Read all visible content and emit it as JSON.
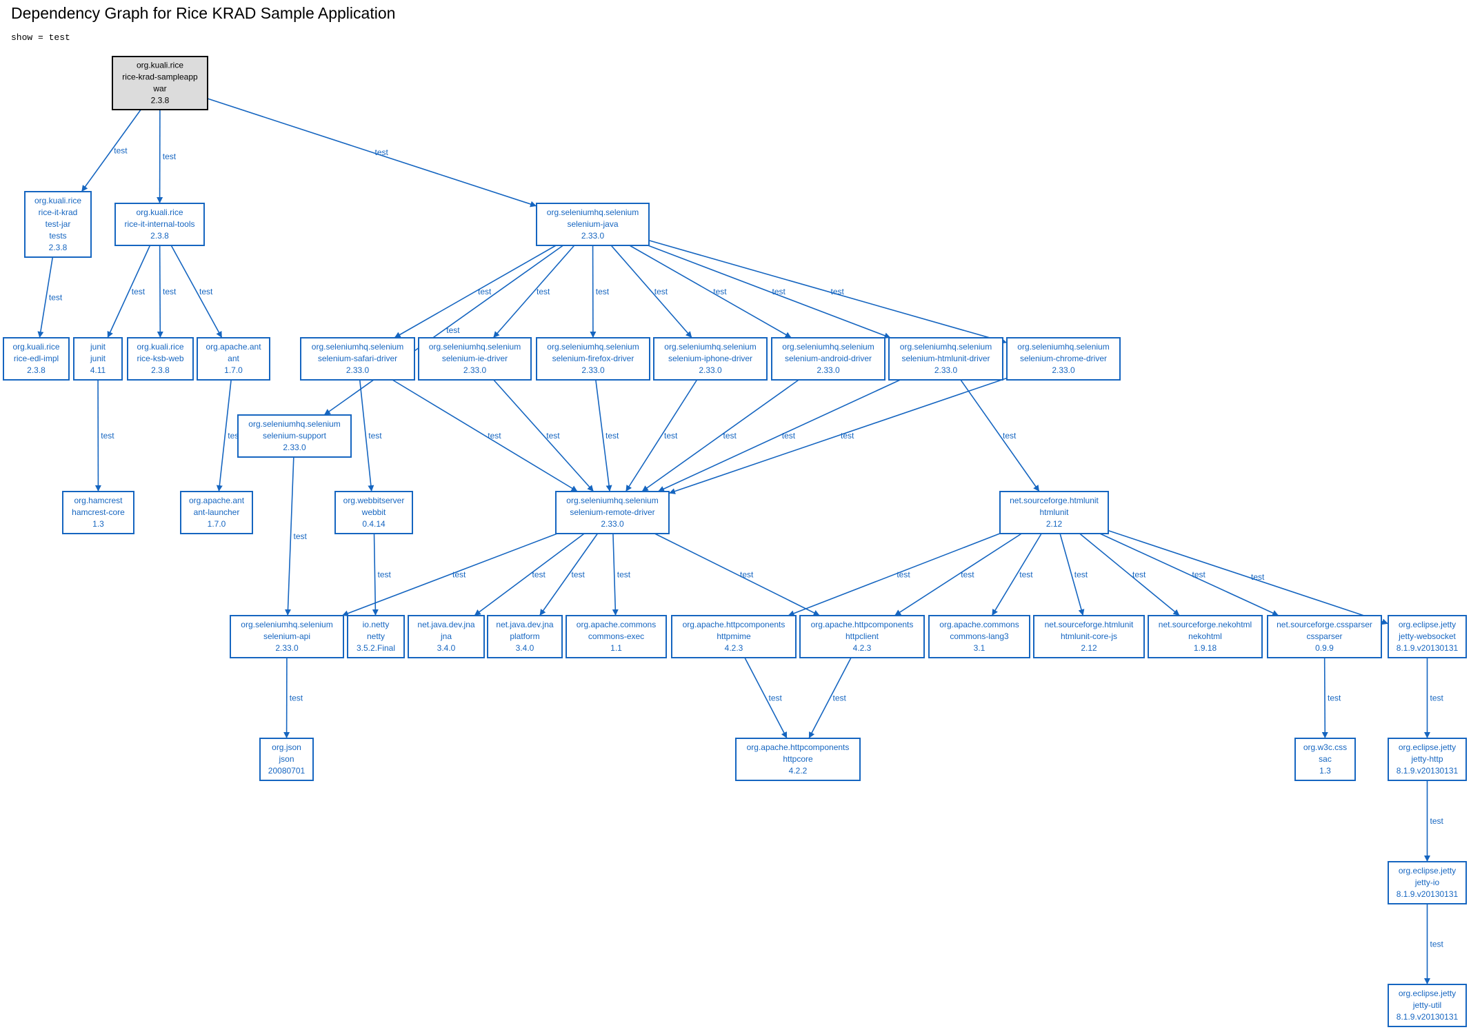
{
  "title": "Dependency Graph for Rice KRAD Sample Application",
  "subtitle": "show = test",
  "colors": {
    "node": "#1565c0",
    "root_fill": "#dcdcdc",
    "root_stroke": "#000000"
  },
  "nodes": [
    {
      "id": "root",
      "root": true,
      "lines": [
        "org.kuali.rice",
        "rice-krad-sampleapp",
        "war",
        "2.3.8"
      ]
    },
    {
      "id": "it_krad",
      "lines": [
        "org.kuali.rice",
        "rice-it-krad",
        "test-jar",
        "tests",
        "2.3.8"
      ]
    },
    {
      "id": "it_tools",
      "lines": [
        "org.kuali.rice",
        "rice-it-internal-tools",
        "2.3.8"
      ]
    },
    {
      "id": "sel_java",
      "lines": [
        "org.seleniumhq.selenium",
        "selenium-java",
        "2.33.0"
      ]
    },
    {
      "id": "edl_impl",
      "lines": [
        "org.kuali.rice",
        "rice-edl-impl",
        "2.3.8"
      ]
    },
    {
      "id": "junit",
      "lines": [
        "junit",
        "junit",
        "4.11"
      ]
    },
    {
      "id": "ksb_web",
      "lines": [
        "org.kuali.rice",
        "rice-ksb-web",
        "2.3.8"
      ]
    },
    {
      "id": "ant",
      "lines": [
        "org.apache.ant",
        "ant",
        "1.7.0"
      ]
    },
    {
      "id": "safari",
      "lines": [
        "org.seleniumhq.selenium",
        "selenium-safari-driver",
        "2.33.0"
      ]
    },
    {
      "id": "ie",
      "lines": [
        "org.seleniumhq.selenium",
        "selenium-ie-driver",
        "2.33.0"
      ]
    },
    {
      "id": "firefox",
      "lines": [
        "org.seleniumhq.selenium",
        "selenium-firefox-driver",
        "2.33.0"
      ]
    },
    {
      "id": "iphone",
      "lines": [
        "org.seleniumhq.selenium",
        "selenium-iphone-driver",
        "2.33.0"
      ]
    },
    {
      "id": "android",
      "lines": [
        "org.seleniumhq.selenium",
        "selenium-android-driver",
        "2.33.0"
      ]
    },
    {
      "id": "htmlunit_drv",
      "lines": [
        "org.seleniumhq.selenium",
        "selenium-htmlunit-driver",
        "2.33.0"
      ]
    },
    {
      "id": "chrome",
      "lines": [
        "org.seleniumhq.selenium",
        "selenium-chrome-driver",
        "2.33.0"
      ]
    },
    {
      "id": "sel_support",
      "lines": [
        "org.seleniumhq.selenium",
        "selenium-support",
        "2.33.0"
      ]
    },
    {
      "id": "hamcrest",
      "lines": [
        "org.hamcrest",
        "hamcrest-core",
        "1.3"
      ]
    },
    {
      "id": "ant_launcher",
      "lines": [
        "org.apache.ant",
        "ant-launcher",
        "1.7.0"
      ]
    },
    {
      "id": "webbit",
      "lines": [
        "org.webbitserver",
        "webbit",
        "0.4.14"
      ]
    },
    {
      "id": "remote",
      "lines": [
        "org.seleniumhq.selenium",
        "selenium-remote-driver",
        "2.33.0"
      ]
    },
    {
      "id": "htmlunit",
      "lines": [
        "net.sourceforge.htmlunit",
        "htmlunit",
        "2.12"
      ]
    },
    {
      "id": "sel_api",
      "lines": [
        "org.seleniumhq.selenium",
        "selenium-api",
        "2.33.0"
      ]
    },
    {
      "id": "netty",
      "lines": [
        "io.netty",
        "netty",
        "3.5.2.Final"
      ]
    },
    {
      "id": "jna",
      "lines": [
        "net.java.dev.jna",
        "jna",
        "3.4.0"
      ]
    },
    {
      "id": "platform",
      "lines": [
        "net.java.dev.jna",
        "platform",
        "3.4.0"
      ]
    },
    {
      "id": "exec",
      "lines": [
        "org.apache.commons",
        "commons-exec",
        "1.1"
      ]
    },
    {
      "id": "httpmime",
      "lines": [
        "org.apache.httpcomponents",
        "httpmime",
        "4.2.3"
      ]
    },
    {
      "id": "httpclient",
      "lines": [
        "org.apache.httpcomponents",
        "httpclient",
        "4.2.3"
      ]
    },
    {
      "id": "lang3",
      "lines": [
        "org.apache.commons",
        "commons-lang3",
        "3.1"
      ]
    },
    {
      "id": "core_js",
      "lines": [
        "net.sourceforge.htmlunit",
        "htmlunit-core-js",
        "2.12"
      ]
    },
    {
      "id": "nekohtml",
      "lines": [
        "net.sourceforge.nekohtml",
        "nekohtml",
        "1.9.18"
      ]
    },
    {
      "id": "cssparser",
      "lines": [
        "net.sourceforge.cssparser",
        "cssparser",
        "0.9.9"
      ]
    },
    {
      "id": "websocket",
      "lines": [
        "org.eclipse.jetty",
        "jetty-websocket",
        "8.1.9.v20130131"
      ]
    },
    {
      "id": "json",
      "lines": [
        "org.json",
        "json",
        "20080701"
      ]
    },
    {
      "id": "httpcore",
      "lines": [
        "org.apache.httpcomponents",
        "httpcore",
        "4.2.2"
      ]
    },
    {
      "id": "sac",
      "lines": [
        "org.w3c.css",
        "sac",
        "1.3"
      ]
    },
    {
      "id": "jetty_http",
      "lines": [
        "org.eclipse.jetty",
        "jetty-http",
        "8.1.9.v20130131"
      ]
    },
    {
      "id": "jetty_io",
      "lines": [
        "org.eclipse.jetty",
        "jetty-io",
        "8.1.9.v20130131"
      ]
    },
    {
      "id": "jetty_util",
      "lines": [
        "org.eclipse.jetty",
        "jetty-util",
        "8.1.9.v20130131"
      ]
    }
  ],
  "edges": [
    {
      "from": "root",
      "to": "it_krad",
      "label": "test"
    },
    {
      "from": "root",
      "to": "it_tools",
      "label": "test"
    },
    {
      "from": "root",
      "to": "sel_java",
      "label": "test"
    },
    {
      "from": "it_krad",
      "to": "edl_impl",
      "label": "test"
    },
    {
      "from": "it_tools",
      "to": "junit",
      "label": "test"
    },
    {
      "from": "it_tools",
      "to": "ksb_web",
      "label": "test"
    },
    {
      "from": "it_tools",
      "to": "ant",
      "label": "test"
    },
    {
      "from": "sel_java",
      "to": "sel_support",
      "label": "test"
    },
    {
      "from": "sel_java",
      "to": "safari",
      "label": "test"
    },
    {
      "from": "sel_java",
      "to": "ie",
      "label": "test"
    },
    {
      "from": "sel_java",
      "to": "firefox",
      "label": "test"
    },
    {
      "from": "sel_java",
      "to": "iphone",
      "label": "test"
    },
    {
      "from": "sel_java",
      "to": "android",
      "label": "test"
    },
    {
      "from": "sel_java",
      "to": "htmlunit_drv",
      "label": "test"
    },
    {
      "from": "sel_java",
      "to": "chrome",
      "label": "test"
    },
    {
      "from": "junit",
      "to": "hamcrest",
      "label": "test"
    },
    {
      "from": "ant",
      "to": "ant_launcher",
      "label": "test"
    },
    {
      "from": "safari",
      "to": "webbit",
      "label": "test"
    },
    {
      "from": "safari",
      "to": "remote",
      "label": "test"
    },
    {
      "from": "ie",
      "to": "remote",
      "label": "test"
    },
    {
      "from": "firefox",
      "to": "remote",
      "label": "test"
    },
    {
      "from": "iphone",
      "to": "remote",
      "label": "test"
    },
    {
      "from": "android",
      "to": "remote",
      "label": "test"
    },
    {
      "from": "htmlunit_drv",
      "to": "remote",
      "label": "test"
    },
    {
      "from": "chrome",
      "to": "remote",
      "label": "test"
    },
    {
      "from": "htmlunit_drv",
      "to": "htmlunit",
      "label": "test"
    },
    {
      "from": "sel_support",
      "to": "sel_api",
      "label": "test"
    },
    {
      "from": "webbit",
      "to": "netty",
      "label": "test"
    },
    {
      "from": "remote",
      "to": "sel_api",
      "label": "test"
    },
    {
      "from": "remote",
      "to": "jna",
      "label": "test"
    },
    {
      "from": "remote",
      "to": "platform",
      "label": "test"
    },
    {
      "from": "remote",
      "to": "exec",
      "label": "test"
    },
    {
      "from": "remote",
      "to": "httpclient",
      "label": "test"
    },
    {
      "from": "htmlunit",
      "to": "httpmime",
      "label": "test"
    },
    {
      "from": "htmlunit",
      "to": "httpclient",
      "label": "test"
    },
    {
      "from": "htmlunit",
      "to": "lang3",
      "label": "test"
    },
    {
      "from": "htmlunit",
      "to": "core_js",
      "label": "test"
    },
    {
      "from": "htmlunit",
      "to": "nekohtml",
      "label": "test"
    },
    {
      "from": "htmlunit",
      "to": "cssparser",
      "label": "test"
    },
    {
      "from": "htmlunit",
      "to": "websocket",
      "label": "test"
    },
    {
      "from": "sel_api",
      "to": "json",
      "label": "test"
    },
    {
      "from": "httpmime",
      "to": "httpcore",
      "label": "test"
    },
    {
      "from": "httpclient",
      "to": "httpcore",
      "label": "test"
    },
    {
      "from": "cssparser",
      "to": "sac",
      "label": "test"
    },
    {
      "from": "websocket",
      "to": "jetty_http",
      "label": "test"
    },
    {
      "from": "jetty_http",
      "to": "jetty_io",
      "label": "test"
    },
    {
      "from": "jetty_io",
      "to": "jetty_util",
      "label": "test"
    }
  ]
}
